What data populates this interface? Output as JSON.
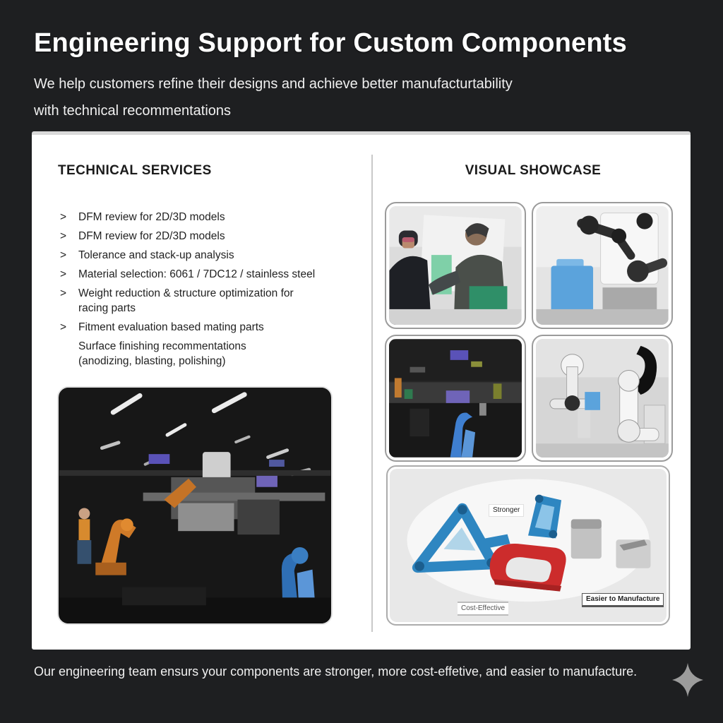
{
  "page": {
    "title": "Engineering Support for Custom Components",
    "subtitle_line1": "We help customers refine their designs and achieve better manufacturtability",
    "subtitle_line2": "with technical recommentations",
    "footer": "Our engineering team ensurs your components are stronger, more cost-effetive, and easier to manufacture."
  },
  "technical_services": {
    "heading": "TECHNICAL SERVICES",
    "bullet_char": ">",
    "items": [
      {
        "text": "DFM review for 2D/3D models"
      },
      {
        "text": "DFM review for 2D/3D models"
      },
      {
        "text": "Tolerance and stack-up analysis"
      },
      {
        "text": "Material selection: 6061 / 7DC12 / stainless steel"
      },
      {
        "text": "Weight reduction & structure optimization for\nracing parts"
      },
      {
        "text": "Fitment evaluation based mating parts"
      },
      {
        "text": "Surface finishing recommentations\n(anodizing, blasting, polishing)"
      }
    ]
  },
  "visual_showcase": {
    "heading": "VISUAL SHOWCASE",
    "images": [
      "engineers-discussion-photo",
      "robot-arm-blue-machine-photo",
      "dark-factory-floor-photo",
      "white-robot-arms-photo",
      "factory-robots-photo",
      "machined-parts-comparison-photo"
    ],
    "parts_labels": {
      "stronger": "Stronger",
      "cost_effective": "Cost-Effective",
      "easier": "Easier to Manufacture"
    }
  },
  "colors": {
    "background": "#1e1f21",
    "card": "#ffffff",
    "accent_blue": "#2e86c1",
    "accent_red": "#cc2c2c",
    "divider": "#c9c9c9"
  }
}
